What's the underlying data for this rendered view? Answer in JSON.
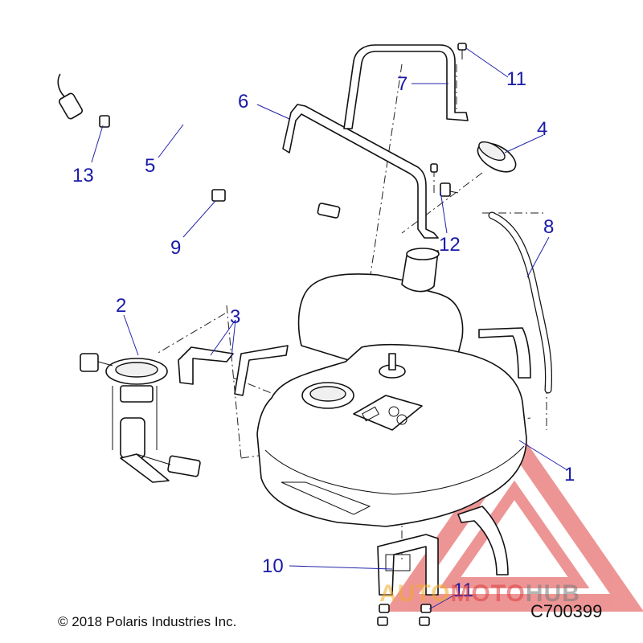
{
  "diagram": {
    "figure_code": "C700399",
    "copyright": "© 2018 Polaris Industries Inc.",
    "watermark": {
      "part1": "AUTO",
      "part2": "MOTO",
      "part3": "HUB"
    },
    "callouts": [
      "1",
      "2",
      "3",
      "4",
      "5",
      "6",
      "7",
      "8",
      "9",
      "10",
      "11",
      "11",
      "12",
      "13"
    ],
    "colors": {
      "callout": "#1a1aa8",
      "line": "#111111",
      "watermark": "#e04040"
    }
  }
}
